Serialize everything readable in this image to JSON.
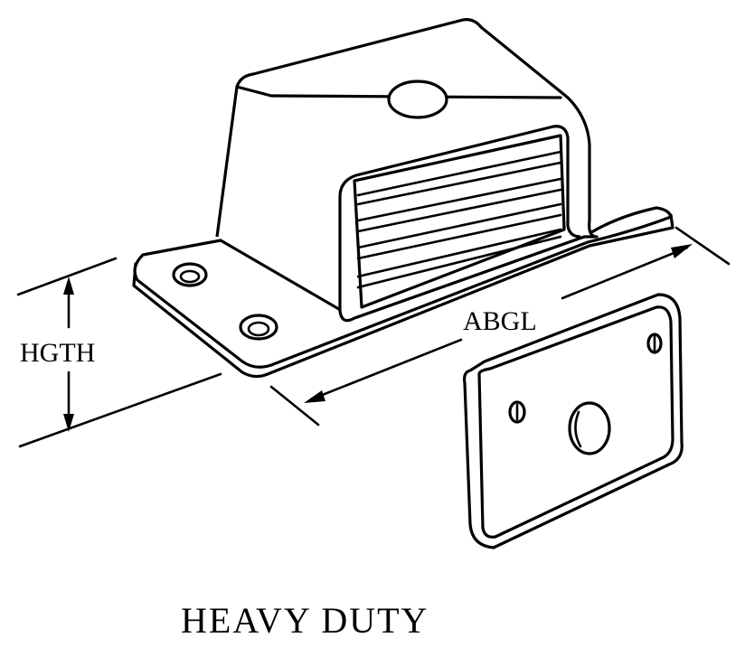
{
  "diagram": {
    "labels": {
      "height": "HGTH",
      "length": "ABGL",
      "caption": "HEAVY DUTY"
    },
    "colors": {
      "ink": "#000000",
      "paper": "#ffffff"
    }
  }
}
